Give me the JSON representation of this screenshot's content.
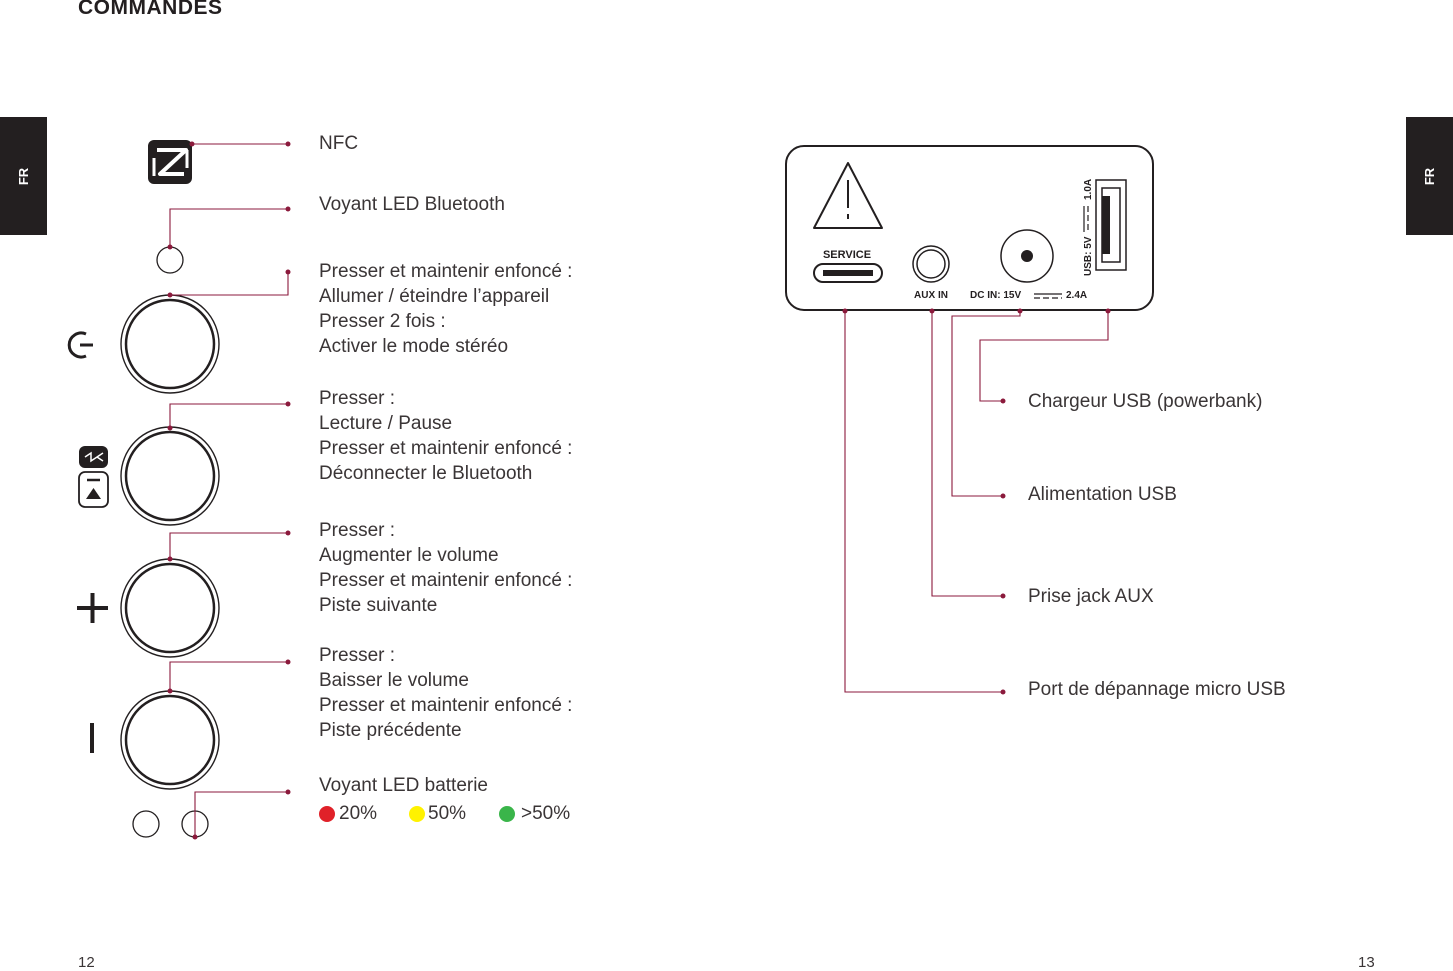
{
  "page": {
    "title": "COMMANDES",
    "lang_tab": "FR",
    "page_left": "12",
    "page_right": "13"
  },
  "colors": {
    "leader_line": "#8b1a3c",
    "dark": "#231f20",
    "led_red": "#e02129",
    "led_yellow": "#fff200",
    "led_green": "#3ab54a"
  },
  "controls": [
    {
      "icon": "nfc-icon",
      "lines": [
        "NFC"
      ]
    },
    {
      "icon": "bluetooth-led-icon",
      "lines": [
        "Voyant LED Bluetooth"
      ]
    },
    {
      "icon": "power-icon",
      "lines": [
        "Presser et maintenir enfoncé :",
        "Allumer / éteindre l’appareil",
        "Presser 2 fois :",
        "Activer le mode stéréo"
      ]
    },
    {
      "icon": "bluetooth-play-pause-icon",
      "lines": [
        "Presser :",
        "Lecture / Pause",
        "Presser et maintenir enfoncé :",
        "Déconnecter le Bluetooth"
      ]
    },
    {
      "icon": "plus-icon",
      "lines": [
        "Presser :",
        "Augmenter le volume",
        "Presser et maintenir enfoncé :",
        "Piste suivante"
      ]
    },
    {
      "icon": "minus-icon",
      "lines": [
        "Presser :",
        "Baisser le volume",
        "Presser et maintenir enfoncé :",
        "Piste précédente"
      ]
    },
    {
      "icon": "battery-led-icon",
      "lines": [
        "Voyant LED batterie"
      ]
    }
  ],
  "battery_levels": [
    "20%",
    "50%",
    ">50%"
  ],
  "rear_panel": {
    "service": "SERVICE",
    "aux_in": "AUX IN",
    "dc_in": "DC IN: 15V",
    "dc_current": "2.4A",
    "usb_spec": "USB: 5V",
    "usb_current": "1.0A"
  },
  "ports": [
    "Chargeur USB (powerbank)",
    "Alimentation USB",
    "Prise jack AUX",
    "Port de dépannage micro USB"
  ]
}
